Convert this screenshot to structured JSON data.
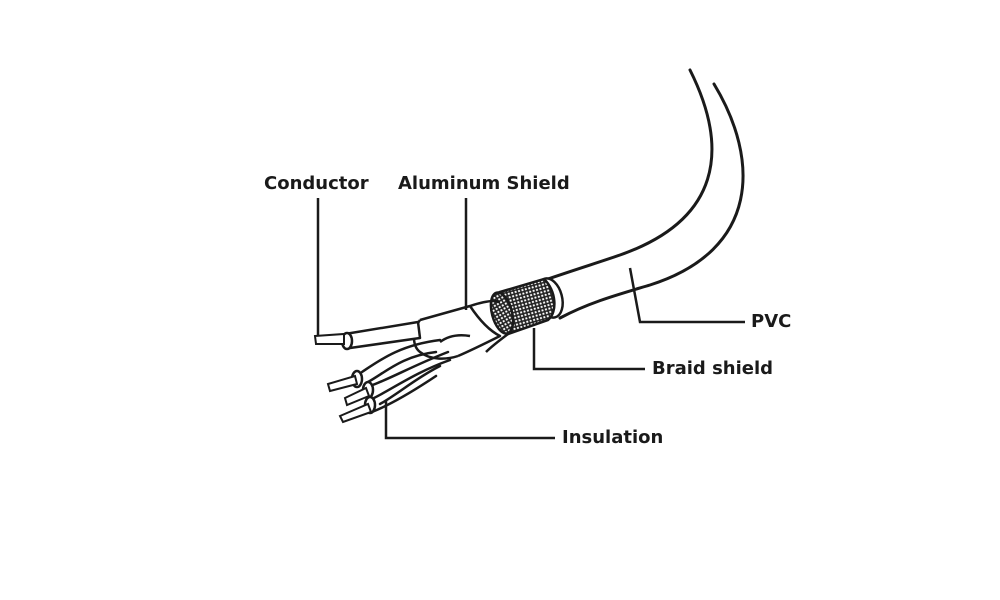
{
  "labels": {
    "conductor": "Conductor",
    "aluminum_shield": "Aluminum Shield",
    "pvc": "PVC",
    "braid_shield": "Braid shield",
    "insulation": "Insulation"
  },
  "colors": {
    "line": "#1a1a1a",
    "fill": "#ffffff",
    "braid": "#2a2a2a"
  }
}
